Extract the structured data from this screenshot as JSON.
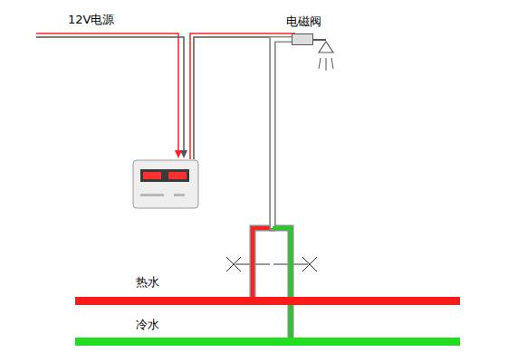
{
  "diagram": {
    "nodes": [
      {
        "text": [
          "热水"
        ]
      },
      {
        "text": [
          "冷水"
        ]
      },
      {
        "text": [
          "电磁阀"
        ]
      }
    ],
    "edges": [
      {
        "from": 0,
        "to": 2,
        "arrow": "none"
      },
      {
        "from": 1,
        "to": 2,
        "arrow": "none"
      }
    ],
    "labels": [
      "12V电源"
    ]
  }
}
